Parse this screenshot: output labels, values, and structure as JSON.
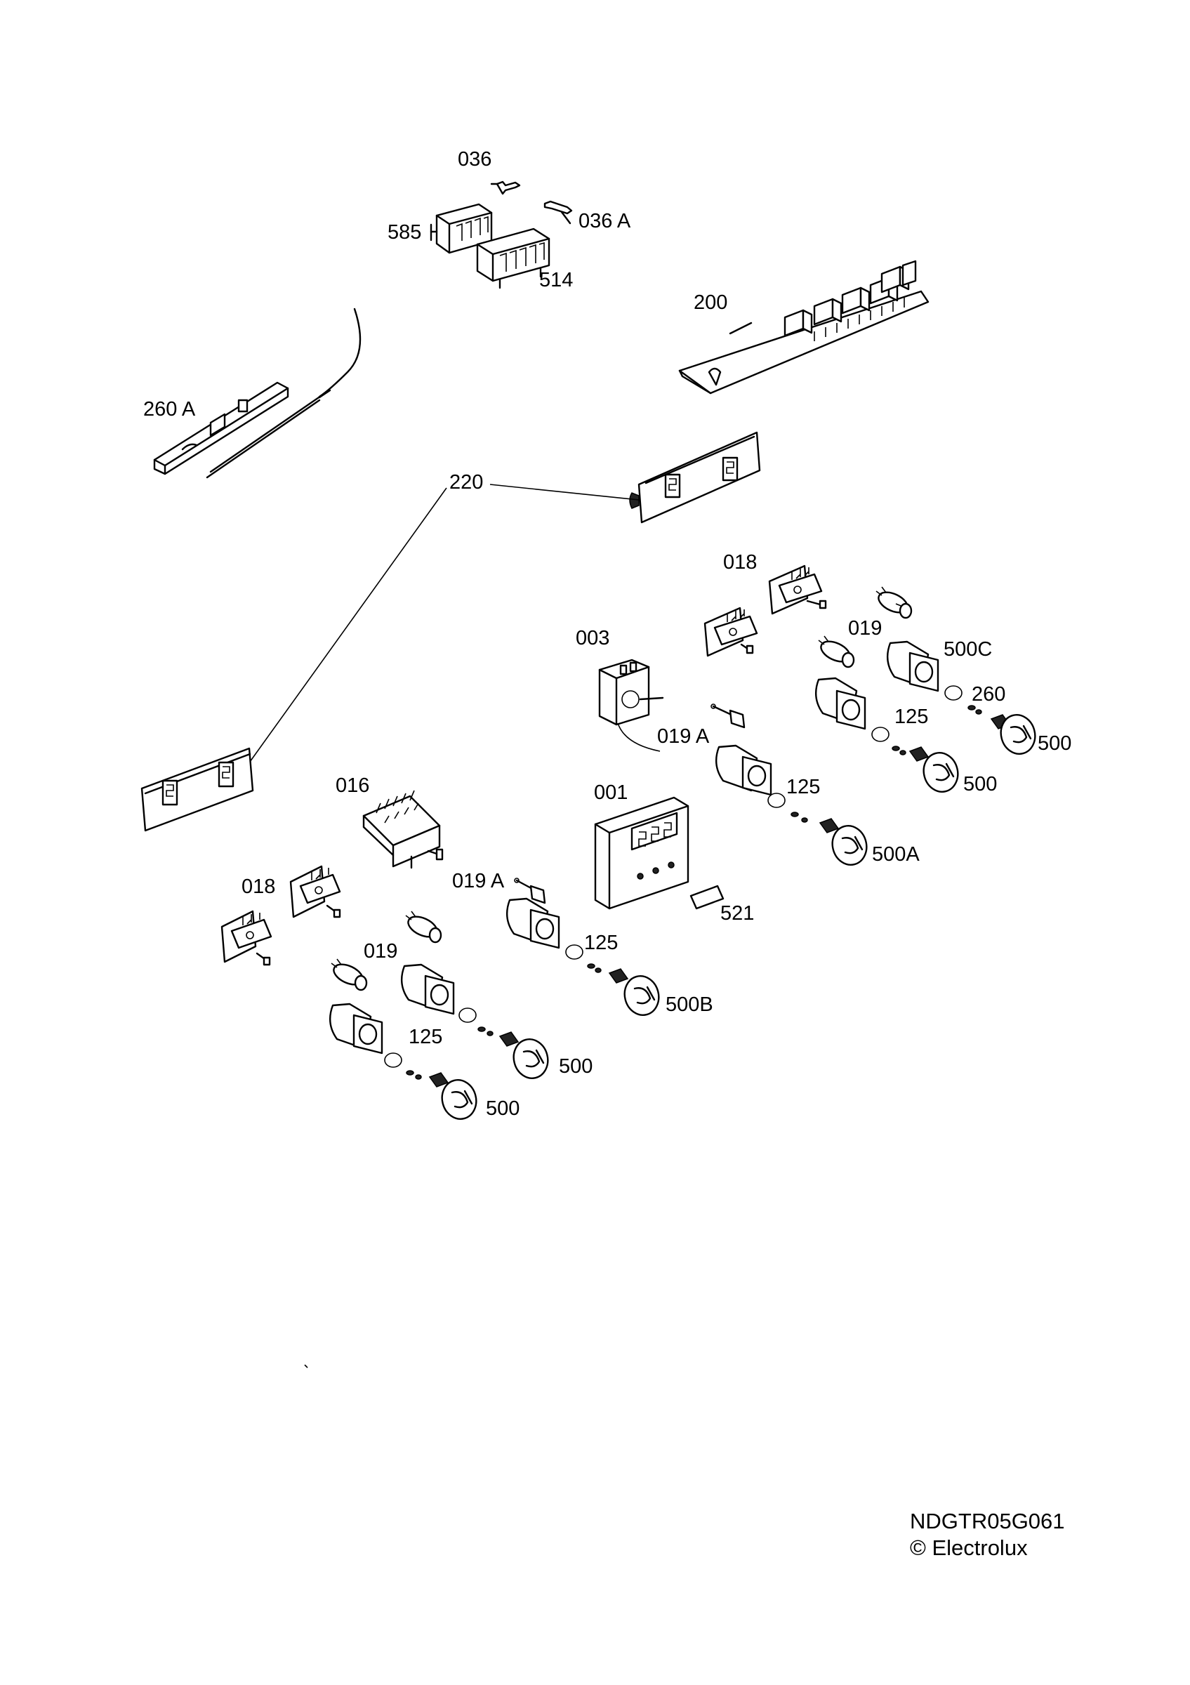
{
  "labels": {
    "p036": "036",
    "p036a": "036 A",
    "p585": "585",
    "p514": "514",
    "p200": "200",
    "p260a": "260 A",
    "p220": "220",
    "p018_top": "018",
    "p019_top": "019",
    "p500c": "500C",
    "p260": "260",
    "p003": "003",
    "p019a_top": "019 A",
    "p125_top": "125",
    "p500_top1": "500",
    "p500_top2": "500",
    "p001": "001",
    "p125_mid": "125",
    "p500a": "500A",
    "p016": "016",
    "p521": "521",
    "p018_bottom": "018",
    "p019a_bottom": "019 A",
    "p125_bottom1": "125",
    "p019_bottom": "019",
    "p500b": "500B",
    "p125_bottom2": "125",
    "p500_bottom1": "500",
    "p500_bottom2": "500"
  },
  "footer": {
    "code": "NDGTR05G061",
    "copyright": "© Electrolux"
  }
}
